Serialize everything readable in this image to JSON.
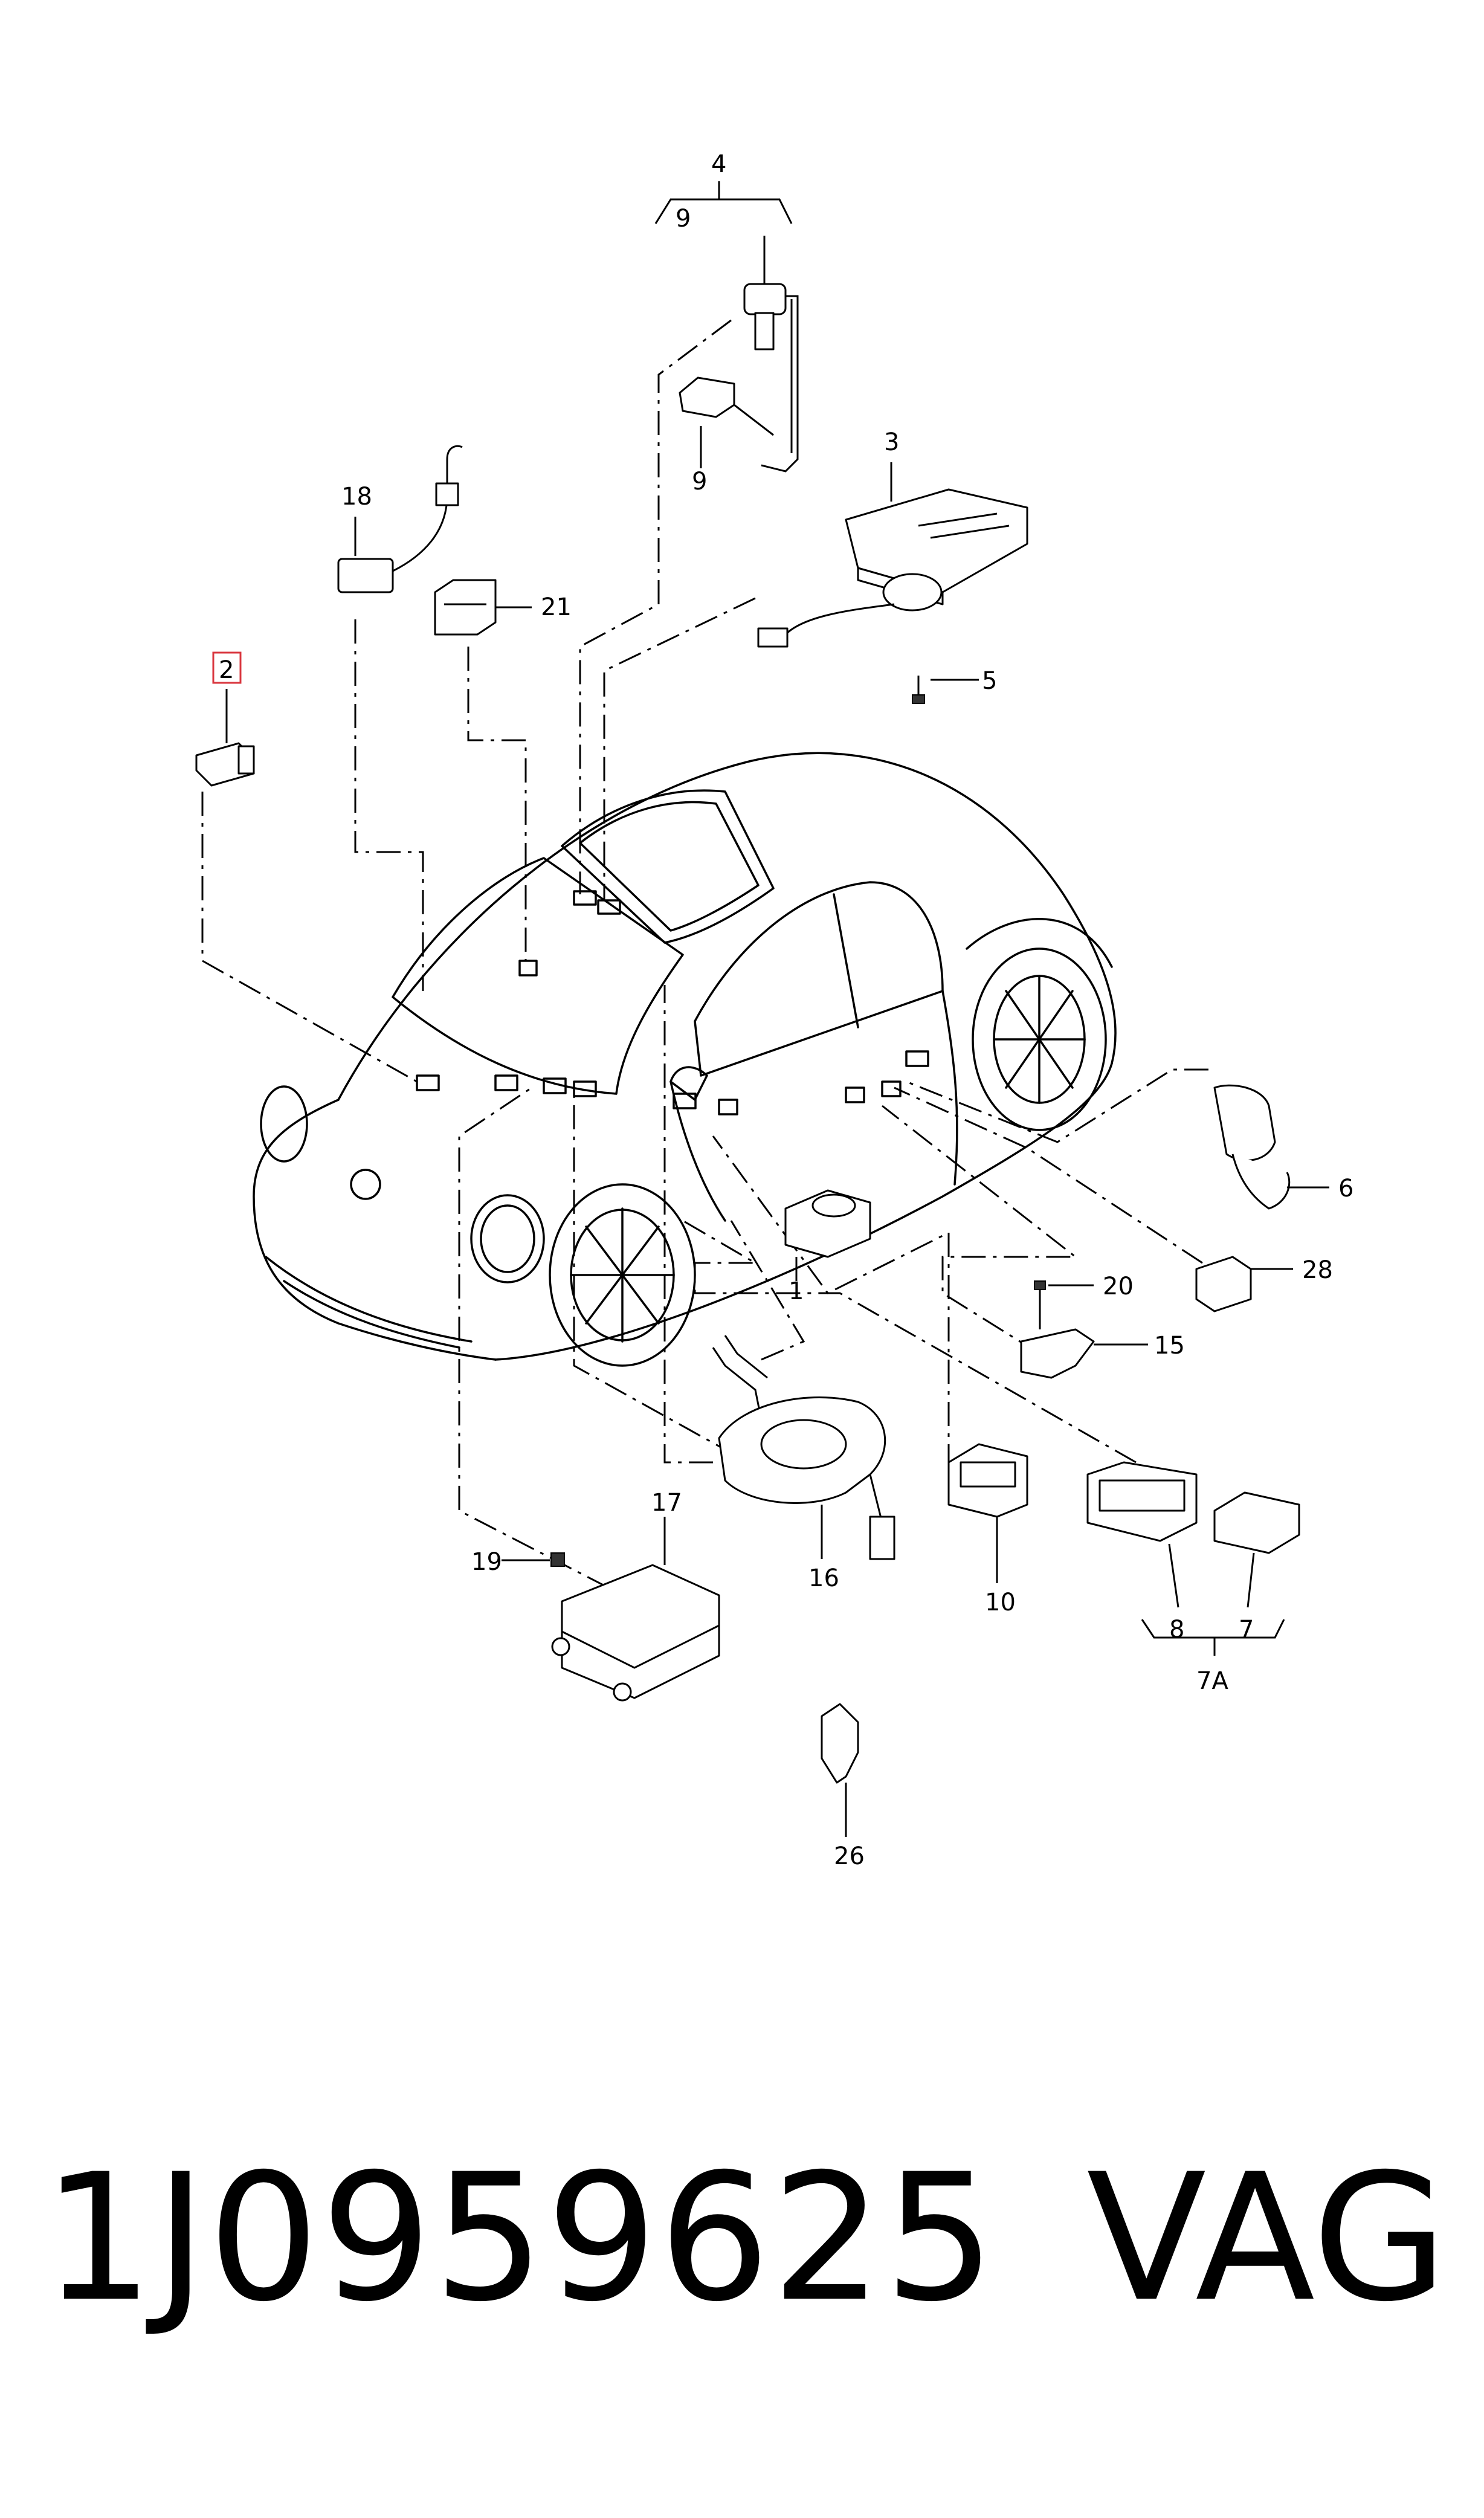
{
  "callouts": [
    {
      "id": "c1",
      "text": "1"
    },
    {
      "id": "c2",
      "text": "2"
    },
    {
      "id": "c3",
      "text": "3"
    },
    {
      "id": "c4",
      "text": "4"
    },
    {
      "id": "c5",
      "text": "5"
    },
    {
      "id": "c6",
      "text": "6"
    },
    {
      "id": "c7",
      "text": "7"
    },
    {
      "id": "c7a",
      "text": "7A"
    },
    {
      "id": "c8",
      "text": "8"
    },
    {
      "id": "c9a",
      "text": "9"
    },
    {
      "id": "c9b",
      "text": "9"
    },
    {
      "id": "c10",
      "text": "10"
    },
    {
      "id": "c15",
      "text": "15"
    },
    {
      "id": "c16",
      "text": "16"
    },
    {
      "id": "c17",
      "text": "17"
    },
    {
      "id": "c18",
      "text": "18"
    },
    {
      "id": "c19",
      "text": "19"
    },
    {
      "id": "c20",
      "text": "20"
    },
    {
      "id": "c21",
      "text": "21"
    },
    {
      "id": "c26",
      "text": "26"
    },
    {
      "id": "c28",
      "text": "28"
    }
  ],
  "highlighted_callout": "2",
  "footer": {
    "part_number": "1J0959625",
    "brand": "VAG"
  },
  "colors": {
    "line": "#000000",
    "highlight": "#d9363e",
    "background": "#ffffff"
  }
}
